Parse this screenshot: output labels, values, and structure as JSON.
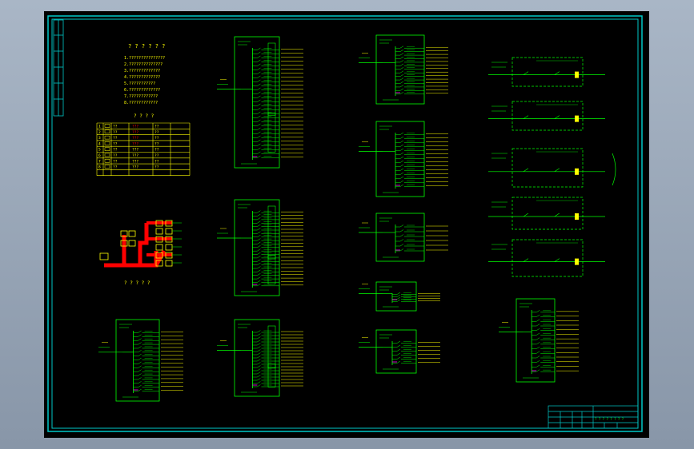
{
  "colors": {
    "background": "#000000",
    "border": "#00c8c8",
    "wire": "#00ff00",
    "note_text": "#ffff00",
    "bus": "#ff0000",
    "accent": "#ff00ff",
    "canvas": "#a9b6c6"
  },
  "notes": {
    "title": "? ? ? ? ? ?",
    "lines": [
      "1.???????????????",
      "2.??????????????",
      "3.?????????????",
      "4.?????????????",
      "5.???????????",
      "6.?????????????",
      "7.????????????",
      "8.????????????"
    ]
  },
  "legend": {
    "title": "? ? ? ?",
    "rows": [
      [
        "1",
        "??",
        "???",
        "??"
      ],
      [
        "2",
        "??",
        "???",
        "??"
      ],
      [
        "3",
        "??",
        "???",
        "??"
      ],
      [
        "4",
        "??",
        "???",
        "??"
      ],
      [
        "5",
        "??",
        "???",
        "??"
      ],
      [
        "6",
        "??",
        "???",
        "??"
      ],
      [
        "7",
        "??",
        "???",
        "??"
      ],
      [
        "8",
        "??",
        "???",
        "??"
      ]
    ]
  },
  "riser": {
    "title": "? ? ? ? ?"
  },
  "panel_title_block": {
    "caption": "? ? ? ? ? ? ? ?"
  }
}
